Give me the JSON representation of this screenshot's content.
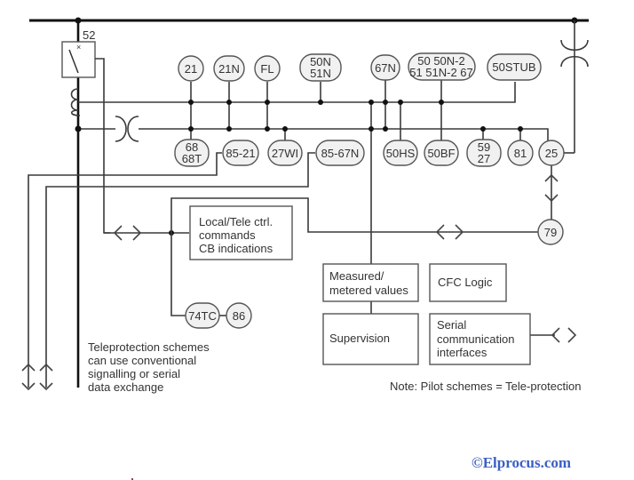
{
  "breaker": {
    "label": "52"
  },
  "relays_top": [
    {
      "id": "21",
      "lines": [
        "21"
      ]
    },
    {
      "id": "21N",
      "lines": [
        "21N"
      ]
    },
    {
      "id": "FL",
      "lines": [
        "FL"
      ]
    },
    {
      "id": "50N51N",
      "lines": [
        "50N",
        "51N"
      ]
    },
    {
      "id": "67N",
      "lines": [
        "67N"
      ]
    },
    {
      "id": "50-51-group",
      "lines": [
        "50 50N-2",
        "51 51N-2 67"
      ]
    },
    {
      "id": "50STUB",
      "lines": [
        "50STUB"
      ]
    }
  ],
  "relays_bottom": [
    {
      "id": "68",
      "lines": [
        "68",
        "68T"
      ]
    },
    {
      "id": "85-21",
      "lines": [
        "85-21"
      ]
    },
    {
      "id": "27WI",
      "lines": [
        "27WI"
      ]
    },
    {
      "id": "85-67N",
      "lines": [
        "85-67N"
      ]
    },
    {
      "id": "50HS",
      "lines": [
        "50HS"
      ]
    },
    {
      "id": "50BF",
      "lines": [
        "50BF"
      ]
    },
    {
      "id": "59-27",
      "lines": [
        "59",
        "27"
      ]
    },
    {
      "id": "81",
      "lines": [
        "81"
      ]
    },
    {
      "id": "25",
      "lines": [
        "25"
      ]
    }
  ],
  "other_relays": {
    "r79": "79",
    "r74TC": "74TC",
    "r86": "86"
  },
  "boxes": {
    "local_tele": [
      "Local/Tele ctrl.",
      "commands",
      "CB indications"
    ],
    "measured": [
      "Measured/",
      "metered values"
    ],
    "cfc": [
      "CFC Logic"
    ],
    "supervision": [
      "Supervision"
    ],
    "serial": [
      "Serial",
      "communication",
      "interfaces"
    ]
  },
  "notes": {
    "teleprotection": [
      "Teleprotection schemes",
      "can use conventional",
      "signalling or serial",
      "data exchange"
    ],
    "pilot": "Note: Pilot schemes = Tele-protection"
  },
  "watermark": {
    "text": "©Elprocus.com",
    "color": "#3b5fc4"
  }
}
